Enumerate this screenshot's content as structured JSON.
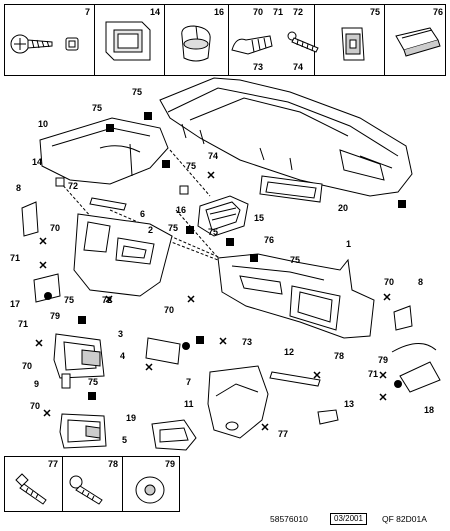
{
  "top_parts": [
    {
      "ref": "7"
    },
    {
      "ref": "14"
    },
    {
      "ref": "16"
    },
    {
      "ref": "70",
      "ref2": "71",
      "ref3": "72",
      "ref4": "73",
      "ref5": "74"
    },
    {
      "ref": "75"
    },
    {
      "ref": "76"
    }
  ],
  "bottom_parts": [
    {
      "ref": "77"
    },
    {
      "ref": "78"
    },
    {
      "ref": "79"
    }
  ],
  "callouts": [
    "75",
    "10",
    "14",
    "72",
    "8",
    "6",
    "70",
    "71",
    "2",
    "16",
    "74",
    "75",
    "15",
    "75",
    "20",
    "75",
    "75",
    "76",
    "1",
    "75",
    "8",
    "70",
    "17",
    "71",
    "79",
    "75",
    "72",
    "70",
    "3",
    "73",
    "12",
    "78",
    "4",
    "70",
    "9",
    "75",
    "7",
    "71",
    "79",
    "18",
    "70",
    "19",
    "11",
    "13",
    "5",
    "77"
  ],
  "footer": {
    "doc_number": "58576010",
    "date": "03/2001",
    "code": "QF 82D01A"
  }
}
